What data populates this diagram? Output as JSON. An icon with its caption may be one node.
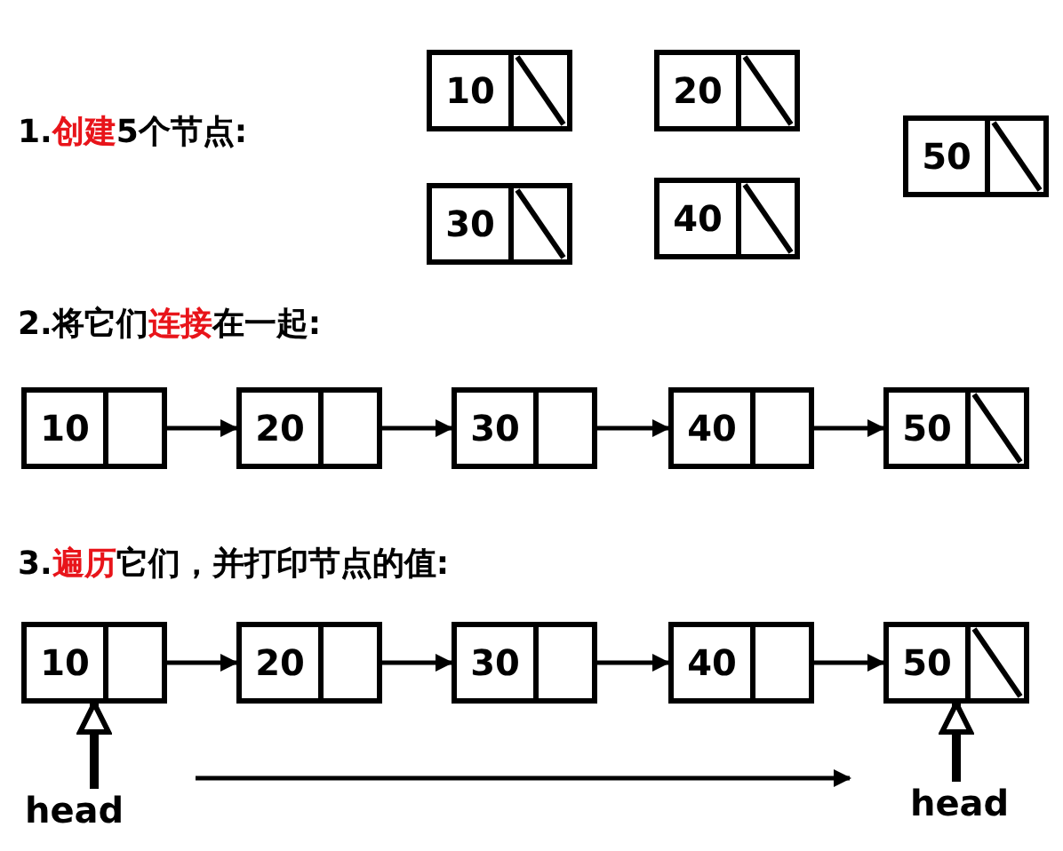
{
  "diagram": {
    "nodes": [
      {
        "text": [
          "10"
        ]
      },
      {
        "text": [
          "20"
        ]
      },
      {
        "text": [
          "30"
        ]
      },
      {
        "text": [
          "40"
        ]
      },
      {
        "text": [
          "50"
        ]
      },
      {
        "text": [
          "10"
        ]
      },
      {
        "text": [
          "20"
        ]
      },
      {
        "text": [
          "30"
        ]
      },
      {
        "text": [
          "40"
        ]
      },
      {
        "text": [
          "50"
        ]
      },
      {
        "text": [
          "10"
        ]
      },
      {
        "text": [
          "20"
        ]
      },
      {
        "text": [
          "30"
        ]
      },
      {
        "text": [
          "40"
        ]
      },
      {
        "text": [
          "50"
        ]
      },
      {
        "text": [
          "head"
        ]
      },
      {
        "text": [
          "head"
        ]
      }
    ],
    "edges": [
      {
        "from": 5,
        "to": 6,
        "arrow": "to"
      },
      {
        "from": 6,
        "to": 7,
        "arrow": "to"
      },
      {
        "from": 7,
        "to": 8,
        "arrow": "to"
      },
      {
        "from": 8,
        "to": 9,
        "arrow": "to"
      },
      {
        "from": 10,
        "to": 11,
        "arrow": "to"
      },
      {
        "from": 11,
        "to": 12,
        "arrow": "to"
      },
      {
        "from": 12,
        "to": 13,
        "arrow": "to"
      },
      {
        "from": 13,
        "to": 14,
        "arrow": "to"
      },
      {
        "from": 15,
        "to": 10,
        "arrow": "to",
        "style": "thick"
      },
      {
        "from": 16,
        "to": 14,
        "arrow": "to",
        "style": "thick"
      }
    ],
    "labels": [
      "1.**创建**5个节点:",
      "2.将它们**连接**在一起:",
      "3.**遍历**它们，并打印节点的值:"
    ]
  }
}
